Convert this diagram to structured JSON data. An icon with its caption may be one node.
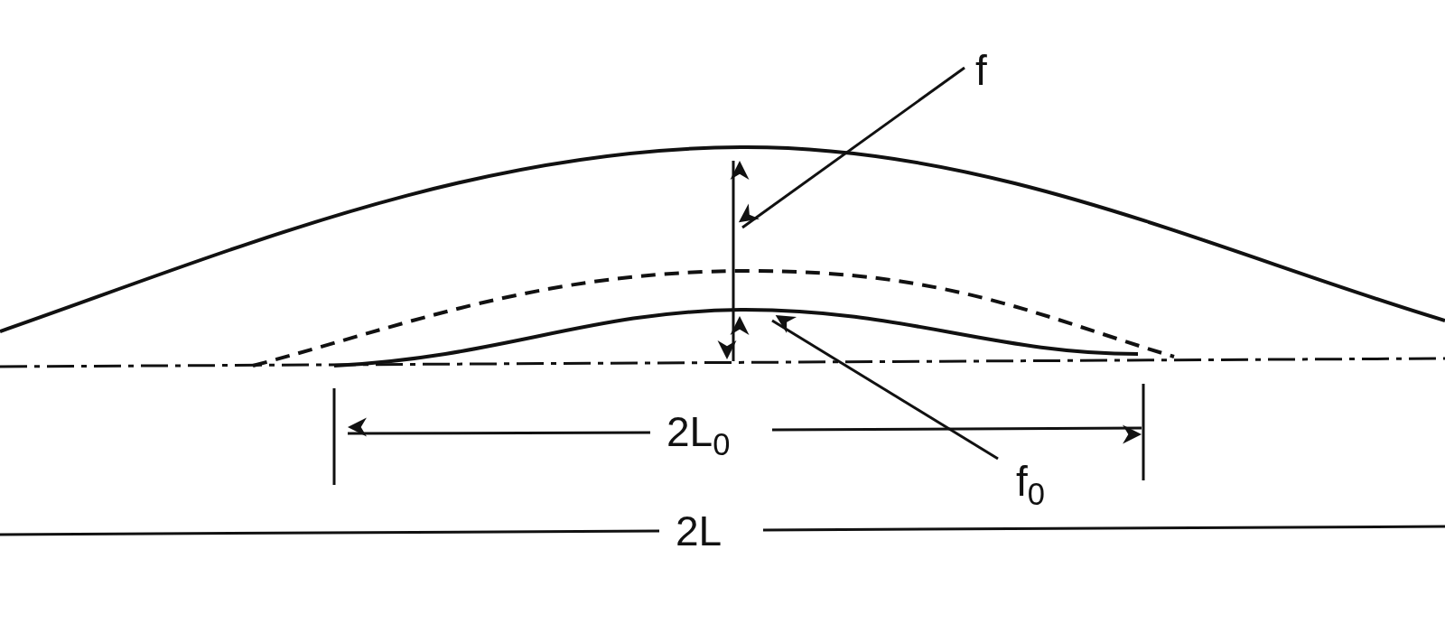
{
  "diagram": {
    "nodes": [
      {
        "text": [
          "f"
        ]
      },
      {
        "text": [
          "f$_{0}$"
        ]
      }
    ],
    "edges": [
      {
        "from": 0,
        "to": null,
        "arrow": "to"
      },
      {
        "from": 1,
        "to": null,
        "arrow": "to"
      }
    ],
    "labels": [
      "2L$_{0}$",
      "2L"
    ]
  }
}
